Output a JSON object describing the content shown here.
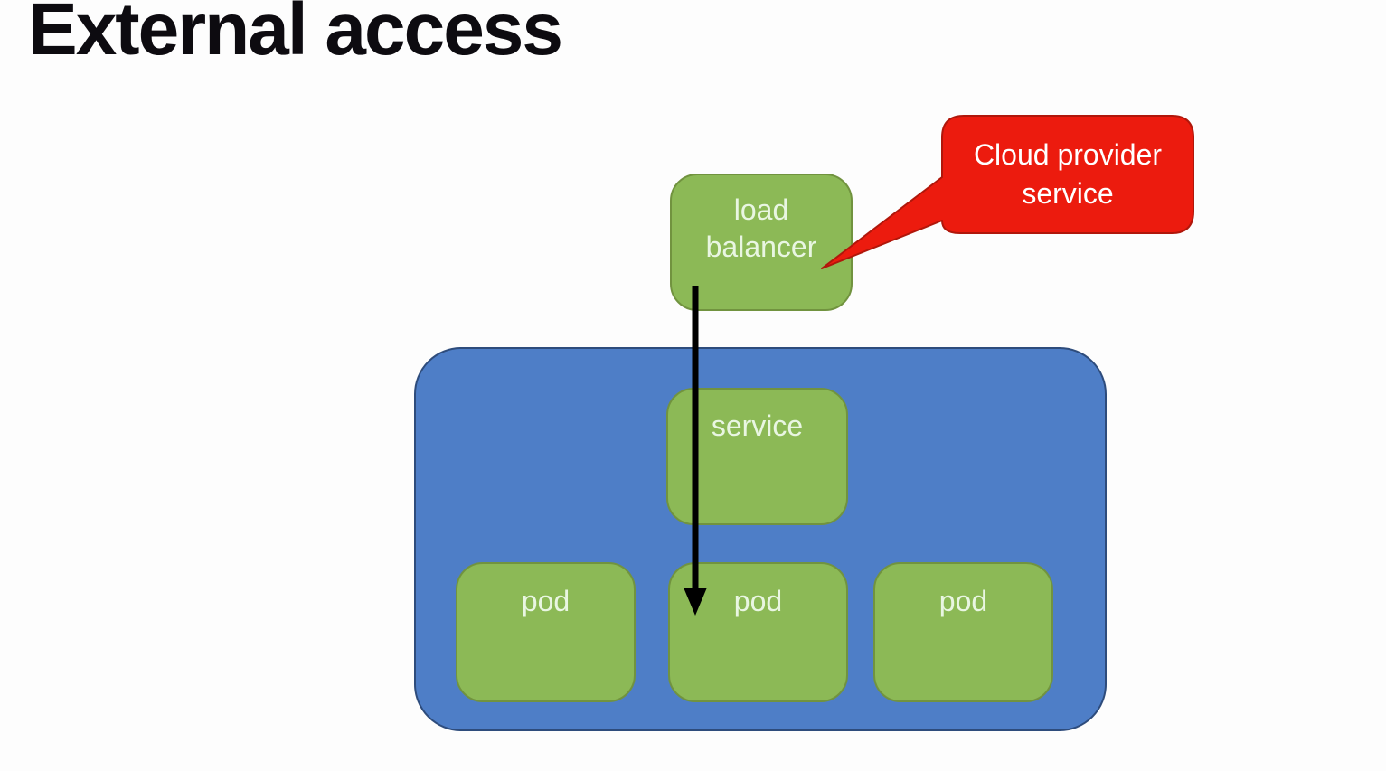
{
  "title": "External access",
  "colors": {
    "background": "#fdfdfd",
    "title_color": "#0d0b10",
    "green_fill": "#8cb956",
    "green_border": "#71933f",
    "green_text": "#e9f6e2",
    "blue_fill": "#4e7ec7",
    "blue_border": "#2e4c7c",
    "red_fill": "#ec1b0e",
    "red_border": "#b0170b",
    "red_text": "#ffffff",
    "arrow": "#000000"
  },
  "diagram": {
    "load_balancer_label": "load balancer",
    "callout_label": "Cloud provider service",
    "cluster": {
      "service_label": "service",
      "pods": [
        {
          "label": "pod"
        },
        {
          "label": "pod"
        },
        {
          "label": "pod"
        }
      ]
    }
  }
}
